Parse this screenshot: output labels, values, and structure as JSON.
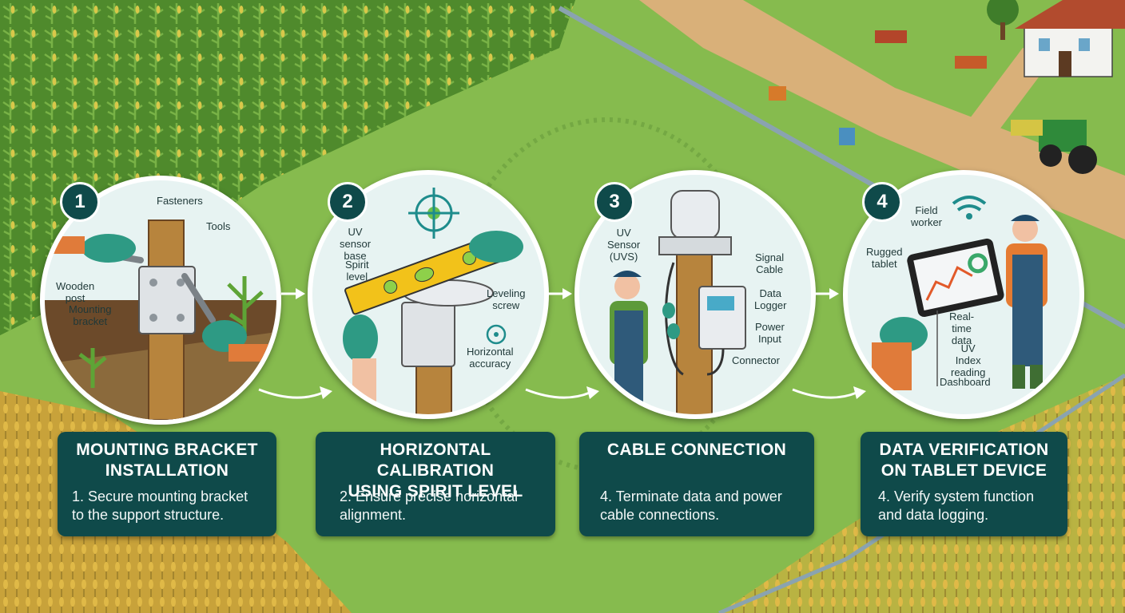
{
  "colors": {
    "card": "#0f4a4a",
    "field": "#7fb548",
    "accent": "#2b9ea0"
  },
  "steps": [
    {
      "number": "1",
      "title": "MOUNTING BRACKET\nINSTALLATION",
      "description": "1. Secure mounting bracket\n    to the support structure.",
      "labels": {
        "fasteners": "Fasteners",
        "tools": "Tools",
        "wooden_post": "Wooden post",
        "mounting_bracket": "Mounting\nbracket"
      }
    },
    {
      "number": "2",
      "title": "HORIZONTAL CALIBRATION\nUSING SPIRIT LEVEL",
      "description": "2. Ensure precise horizontal\n    alignment.",
      "labels": {
        "uv_sensor_base": "UV sensor\nbase",
        "spirit_level": "Spirit\nlevel",
        "leveling_screw": "Leveling\nscrew",
        "horizontal_accuracy": "Horizontal\naccuracy"
      }
    },
    {
      "number": "3",
      "title": "CABLE CONNECTION",
      "description": "4. Terminate data and power\n    cable connections.",
      "labels": {
        "uv_sensor": "UV\nSensor\n(UVS)",
        "signal_cable": "Signal\nCable",
        "data_logger": "Data\nLogger",
        "power_input": "Power\nInput",
        "connector": "Connector"
      }
    },
    {
      "number": "4",
      "title": "DATA VERIFICATION\nON TABLET DEVICE",
      "description": "4. Verify system function\n    and data logging.",
      "labels": {
        "field_worker": "Field\nworker",
        "rugged_tablet": "Rugged\ntablet",
        "real_time_data": "Real-time\ndata",
        "uv_index_reading": "UV Index\nreading",
        "dashboard": "Dashboard"
      }
    }
  ]
}
